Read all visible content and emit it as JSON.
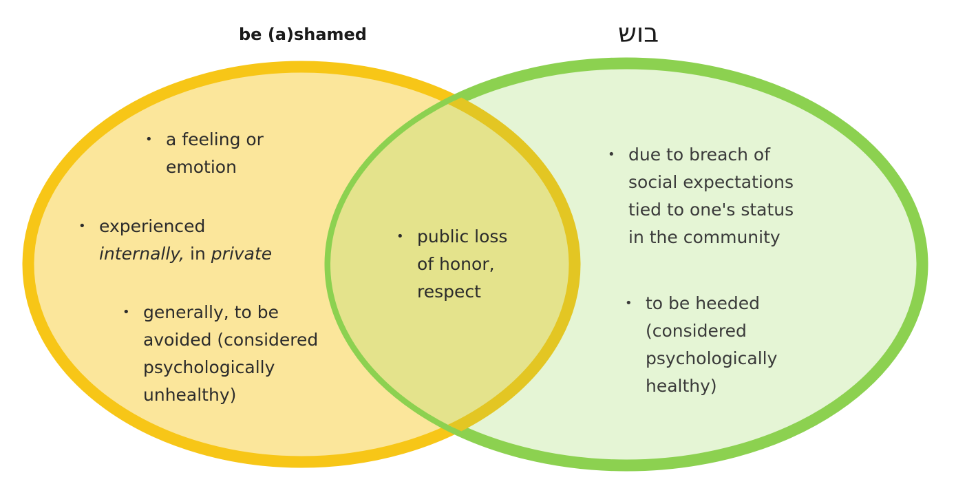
{
  "titles": {
    "left": "be (a)shamed",
    "right": "בוש"
  },
  "colors": {
    "left_fill": "#fbe69b",
    "left_stroke": "#f7c617",
    "right_fill": "#e5f5d5",
    "right_stroke": "#8cd150",
    "overlap_fill": "#e4e38c",
    "text": "#2b2b2b"
  },
  "left_only": {
    "feeling": [
      "a feeling or",
      "emotion"
    ],
    "experienced": {
      "line1": "experienced",
      "line2_italic_1": "internally,",
      "line2_plain": " in ",
      "line2_italic_2": "private"
    },
    "avoided": [
      "generally, to be",
      "avoided (considered",
      "psychologically",
      "unhealthy)"
    ]
  },
  "overlap": {
    "public": [
      "public loss",
      "of honor,",
      "respect"
    ]
  },
  "right_only": {
    "breach": [
      "due to breach of",
      "social expectations",
      "tied to one's status",
      "in the community"
    ],
    "heeded": [
      "to be heeded",
      "(considered",
      "psychologically",
      "healthy)"
    ]
  },
  "bullet_glyph": "•"
}
